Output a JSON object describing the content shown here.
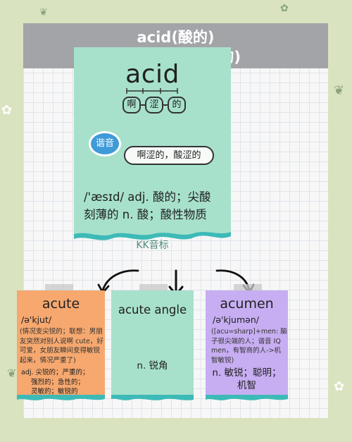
{
  "title": {
    "line1": "acid(酸的)",
    "line2": "l ac: sharp(尖的)"
  },
  "main": {
    "word": "acid",
    "syllables": [
      "啊",
      "涩",
      "的"
    ],
    "badge": "谐音",
    "mnemonic": "啊涩的，酸涩的",
    "definition_line1": "/'æsɪd/ adj. 酸的；尖酸",
    "definition_line2": "刻薄的 n. 酸；酸性物质",
    "note": "KK音标"
  },
  "cards": [
    {
      "word": "acute",
      "ipa": "/ə'kjut/",
      "note": [
        "(情况变尖锐的；联想：男朋",
        "友突然对别人说啊 cute，好",
        "可爱，女朋友瞬间变得敏锐",
        "起来，情况严重了)"
      ],
      "defs": [
        "adj. 尖锐的；严重的；",
        "强烈的；急性的；",
        "灵敏的；敏锐的"
      ]
    },
    {
      "word": "acute angle",
      "def": "n. 锐角"
    },
    {
      "word": "acumen",
      "ipa": "/ə'kjumən/",
      "note": [
        "([acu=sharp]+men: 脑",
        "子很尖端的人；谐音 IQ",
        "men，有智商的人->机",
        "智敏锐)"
      ],
      "defs": [
        "n. 敏锐；聪明；",
        "机智"
      ]
    }
  ],
  "colors": {
    "background": "#d9e3bf",
    "title_band": "#a2a4a8",
    "mint": "#a7e1cc",
    "orange": "#f6a86f",
    "purple": "#c7aef2",
    "tear": "#3dbab7",
    "badge": "#3f9ad8"
  }
}
